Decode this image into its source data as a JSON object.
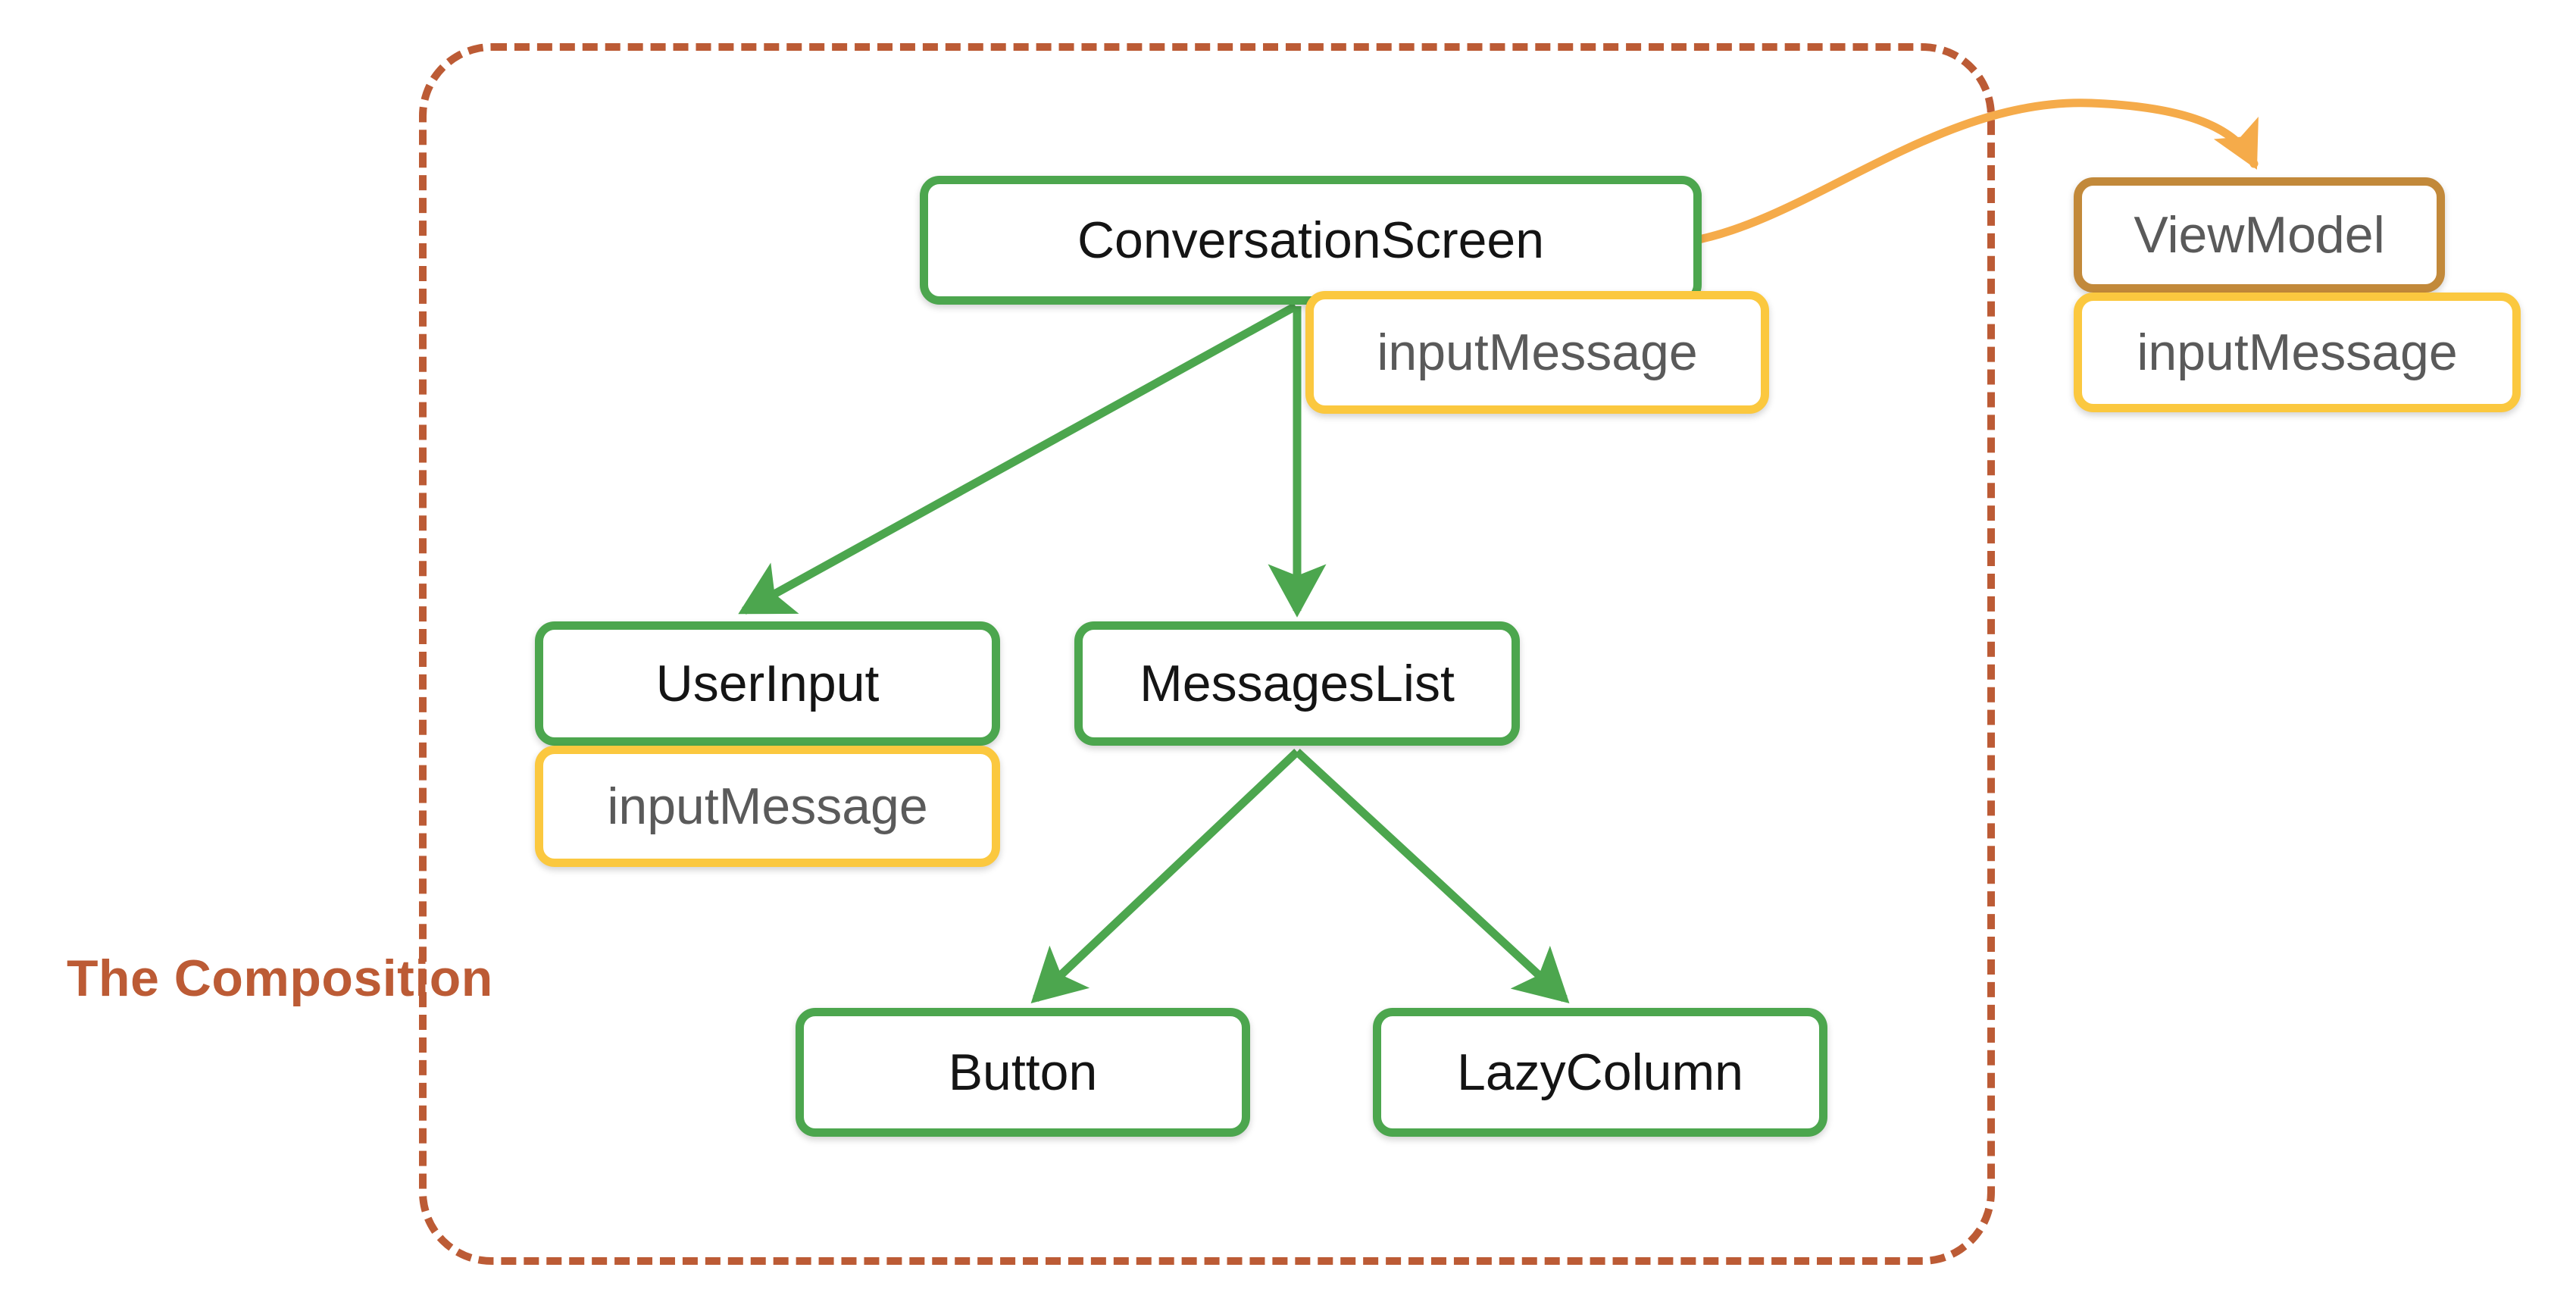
{
  "diagram": {
    "title": "The Composition",
    "boundary_label": "The Composition",
    "colors": {
      "boundary": "#BC5B35",
      "composable_border": "#4CA64E",
      "state_border": "#FBC83F",
      "viewmodel_border": "#C2893A",
      "arrow_green": "#4CA64E",
      "arrow_orange": "#F5AB4A",
      "node_text_dark": "#141414",
      "node_text_gray": "#5A5A5A",
      "background": "#FFFFFF"
    }
  },
  "nodes": {
    "conversation_screen": {
      "label": "ConversationScreen",
      "kind": "composable"
    },
    "input_message_screen": {
      "label": "inputMessage",
      "kind": "state"
    },
    "view_model": {
      "label": "ViewModel",
      "kind": "viewmodel"
    },
    "input_message_viewmodel": {
      "label": "inputMessage",
      "kind": "state"
    },
    "user_input": {
      "label": "UserInput",
      "kind": "composable"
    },
    "input_message_userinput": {
      "label": "inputMessage",
      "kind": "state"
    },
    "messages_list": {
      "label": "MessagesList",
      "kind": "composable"
    },
    "button": {
      "label": "Button",
      "kind": "composable"
    },
    "lazy_column": {
      "label": "LazyColumn",
      "kind": "composable"
    }
  },
  "edges": [
    {
      "from": "conversation_screen",
      "to": "user_input",
      "style": "solid",
      "color": "green"
    },
    {
      "from": "conversation_screen",
      "to": "messages_list",
      "style": "solid",
      "color": "green"
    },
    {
      "from": "messages_list",
      "to": "button",
      "style": "solid",
      "color": "green"
    },
    {
      "from": "messages_list",
      "to": "lazy_column",
      "style": "solid",
      "color": "green"
    },
    {
      "from": "conversation_screen",
      "to": "view_model",
      "style": "curved",
      "color": "orange"
    }
  ]
}
